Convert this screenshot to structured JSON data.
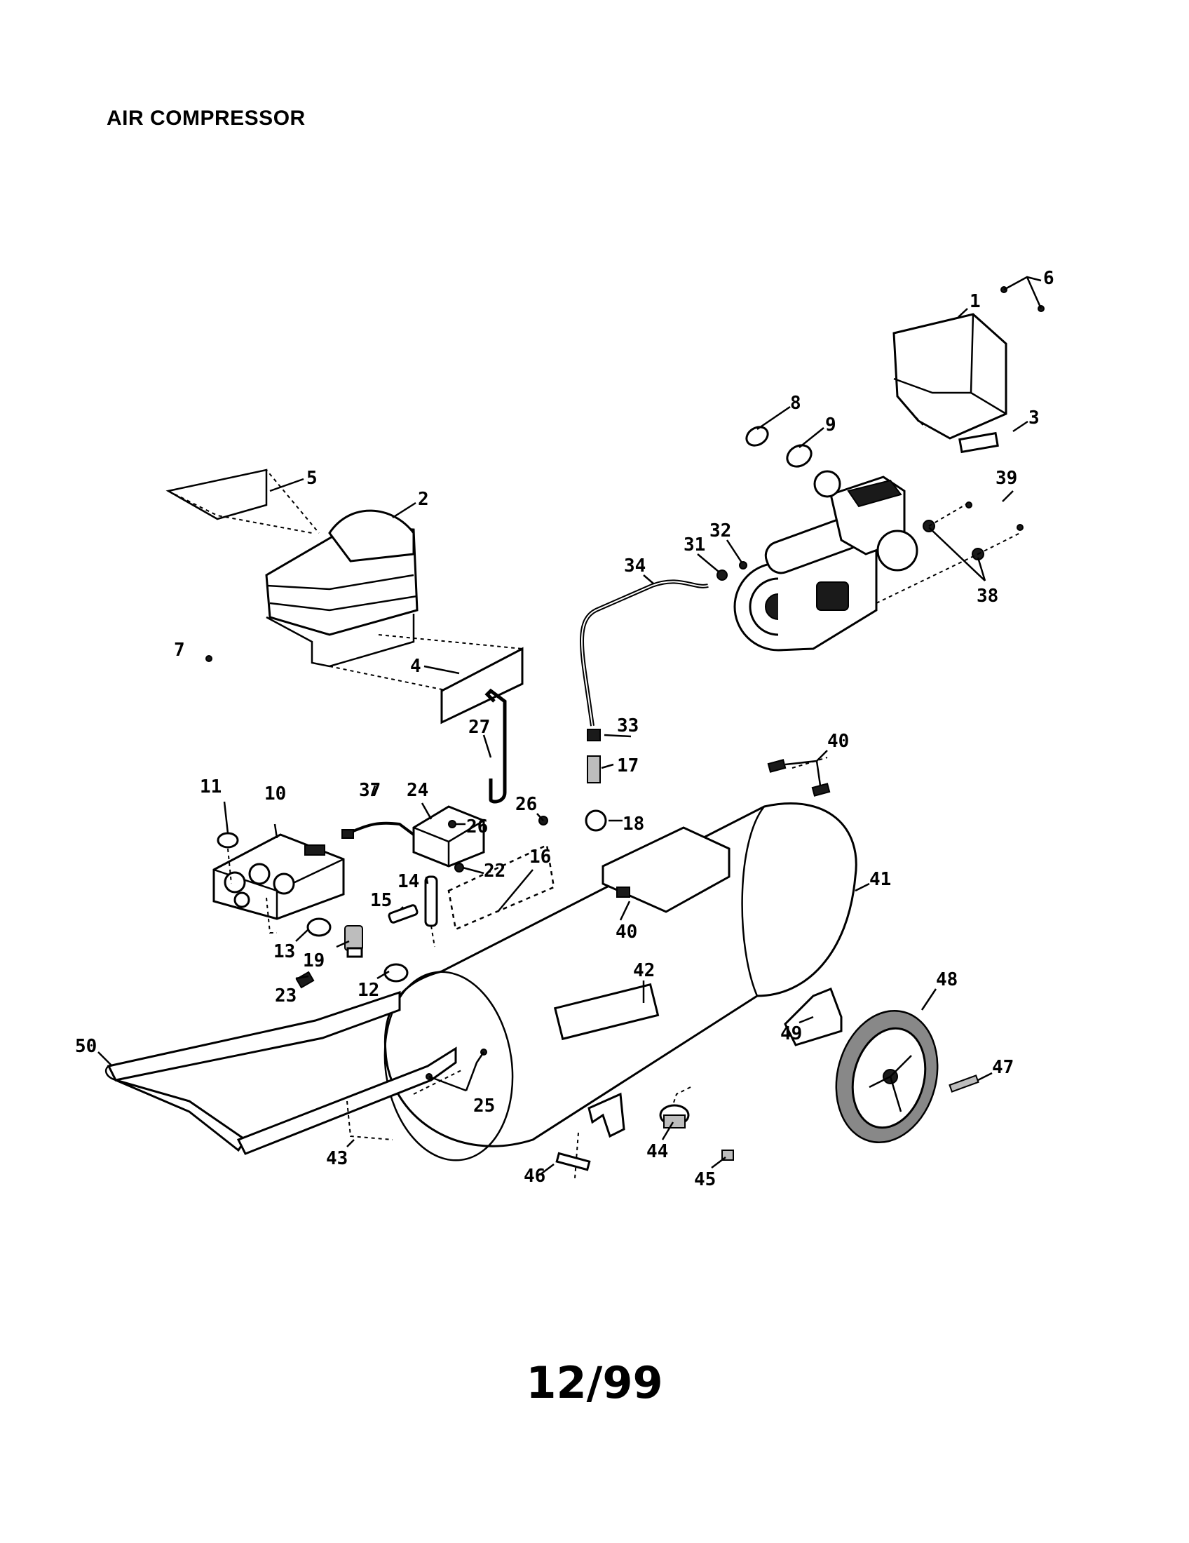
{
  "title": "AIR COMPRESSOR",
  "footer": "12/99",
  "callouts": [
    {
      "id": "c1",
      "label": "1"
    },
    {
      "id": "c2",
      "label": "2"
    },
    {
      "id": "c3",
      "label": "3"
    },
    {
      "id": "c4",
      "label": "4"
    },
    {
      "id": "c5",
      "label": "5"
    },
    {
      "id": "c6",
      "label": "6"
    },
    {
      "id": "c7",
      "label": "7"
    },
    {
      "id": "c8",
      "label": "8"
    },
    {
      "id": "c9",
      "label": "9"
    },
    {
      "id": "c10",
      "label": "10"
    },
    {
      "id": "c11",
      "label": "11"
    },
    {
      "id": "c12",
      "label": "12"
    },
    {
      "id": "c13",
      "label": "13"
    },
    {
      "id": "c14",
      "label": "14"
    },
    {
      "id": "c15",
      "label": "15"
    },
    {
      "id": "c16",
      "label": "16"
    },
    {
      "id": "c17",
      "label": "17"
    },
    {
      "id": "c18",
      "label": "18"
    },
    {
      "id": "c19",
      "label": "19"
    },
    {
      "id": "c22",
      "label": "22"
    },
    {
      "id": "c23",
      "label": "23"
    },
    {
      "id": "c24",
      "label": "24"
    },
    {
      "id": "c25",
      "label": "25"
    },
    {
      "id": "c26a",
      "label": "26"
    },
    {
      "id": "c26b",
      "label": "26"
    },
    {
      "id": "c27",
      "label": "27"
    },
    {
      "id": "c31",
      "label": "31"
    },
    {
      "id": "c32",
      "label": "32"
    },
    {
      "id": "c33",
      "label": "33"
    },
    {
      "id": "c34",
      "label": "34"
    },
    {
      "id": "c37",
      "label": "37"
    },
    {
      "id": "c38",
      "label": "38"
    },
    {
      "id": "c39",
      "label": "39"
    },
    {
      "id": "c40a",
      "label": "40"
    },
    {
      "id": "c40b",
      "label": "40"
    },
    {
      "id": "c41",
      "label": "41"
    },
    {
      "id": "c42",
      "label": "42"
    },
    {
      "id": "c43",
      "label": "43"
    },
    {
      "id": "c44",
      "label": "44"
    },
    {
      "id": "c45",
      "label": "45"
    },
    {
      "id": "c46",
      "label": "46"
    },
    {
      "id": "c47",
      "label": "47"
    },
    {
      "id": "c48",
      "label": "48"
    },
    {
      "id": "c49",
      "label": "49"
    },
    {
      "id": "c50",
      "label": "50"
    }
  ]
}
